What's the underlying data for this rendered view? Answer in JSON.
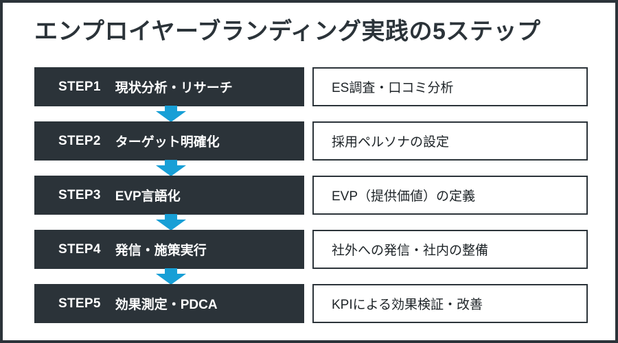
{
  "page": {
    "title": "エンプロイヤーブランディング実践の5ステップ",
    "frame_color": "#2b3339",
    "background_color": "#ffffff"
  },
  "colors": {
    "dark": "#2b3339",
    "accent_arrow": "#189fd6",
    "text_dark": "#1d2327",
    "text_light": "#ffffff"
  },
  "steps": [
    {
      "number": "STEP1",
      "title": "現状分析・リサーチ",
      "description": "ES調査・口コミ分析",
      "arrow_icon": "arrow-down-icon"
    },
    {
      "number": "STEP2",
      "title": "ターゲット明確化",
      "description": "採用ペルソナの設定",
      "arrow_icon": "arrow-down-icon"
    },
    {
      "number": "STEP3",
      "title": "EVP言語化",
      "description": "EVP（提供価値）の定義",
      "arrow_icon": "arrow-down-icon"
    },
    {
      "number": "STEP4",
      "title": "発信・施策実行",
      "description": "社外への発信・社内の整備",
      "arrow_icon": "arrow-down-icon"
    },
    {
      "number": "STEP5",
      "title": "効果測定・PDCA",
      "description": "KPIによる効果検証・改善",
      "arrow_icon": null
    }
  ]
}
